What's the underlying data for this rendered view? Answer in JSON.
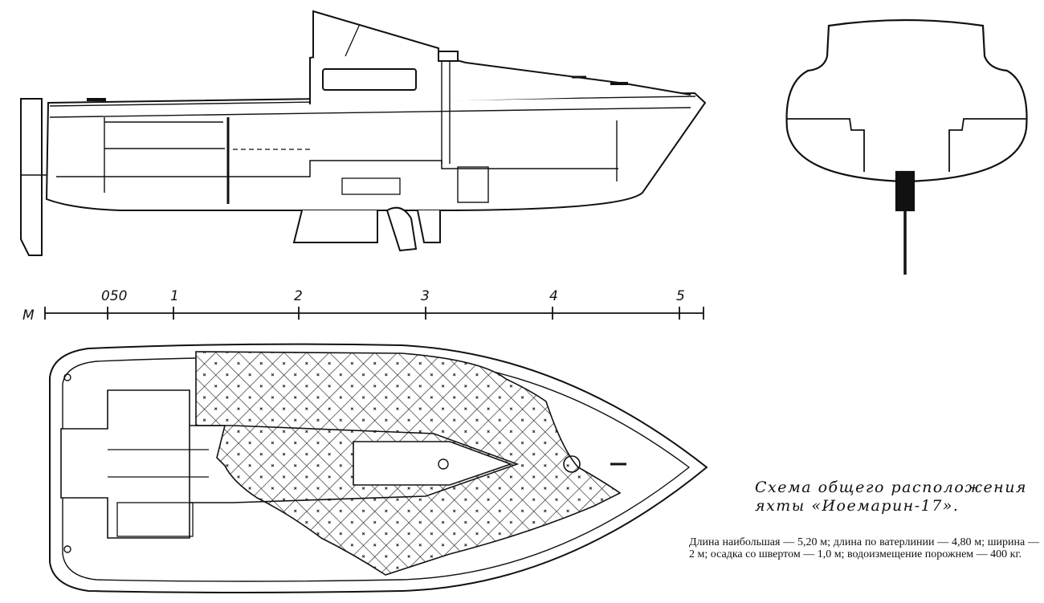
{
  "scale": {
    "unit_label": "М",
    "tick_labels": [
      "050",
      "1",
      "2",
      "3",
      "4",
      "5"
    ]
  },
  "caption": {
    "title": "Схема общего расположения яхты «Иоемарин-17».",
    "specs": "Длина наибольшая — 5,20 м; длина по ватерлинии — 4,80 м; ширина — 2 м; осадка со швертом — 1,0 м; водоизмещение порожнем — 400 кг."
  },
  "colors": {
    "ink": "#111111",
    "paper": "#ffffff"
  }
}
